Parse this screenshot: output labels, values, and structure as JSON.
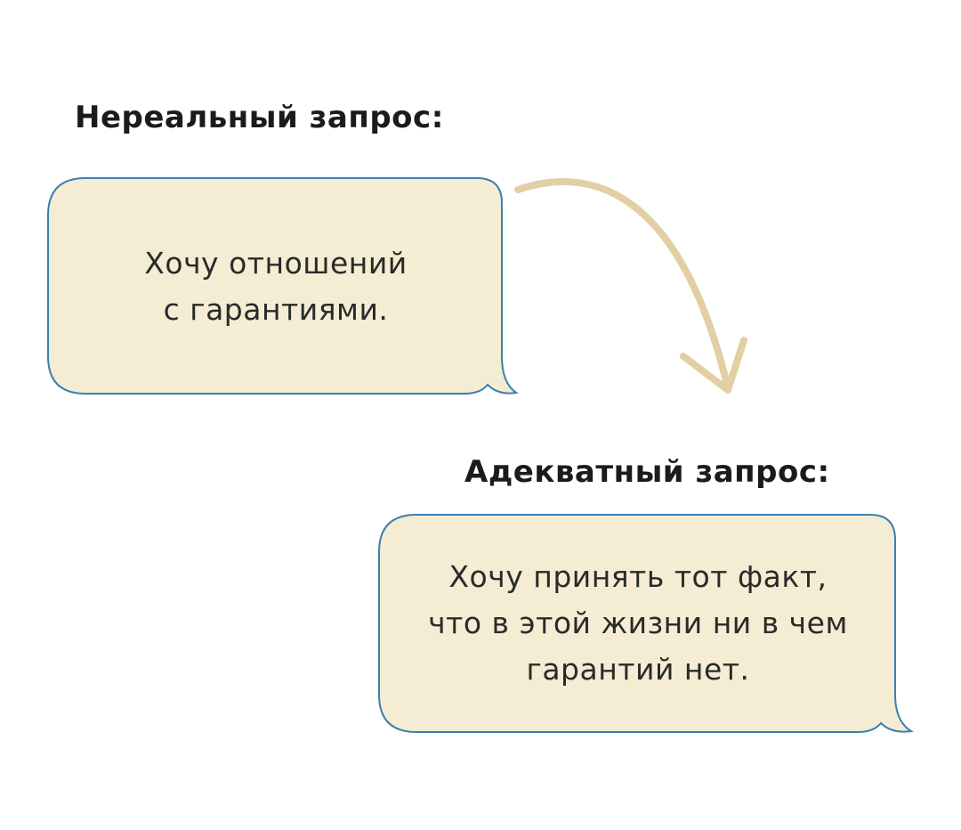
{
  "colors": {
    "background": "#ffffff",
    "bubble_fill": "#f4edd3",
    "bubble_stroke": "#3b7fb0",
    "arrow": "#e2cfa4",
    "text": "#2a2a2a",
    "heading": "#1b1b1b"
  },
  "unreal": {
    "heading": "Нереальный запрос:",
    "lines": [
      "Хочу отношений",
      "с гарантиями."
    ]
  },
  "adequate": {
    "heading": "Адекватный запрос:",
    "lines": [
      "Хочу принять тот факт,",
      "что в этой жизни ни в чем",
      "гарантий нет."
    ]
  },
  "connector": {
    "icon": "curved-arrow-icon"
  }
}
